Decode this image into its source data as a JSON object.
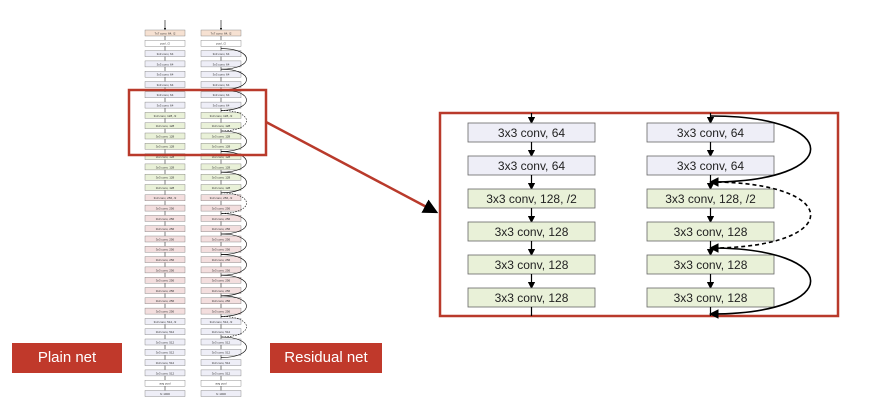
{
  "labels": {
    "plain_net": "Plain net",
    "residual_net": "Residual net"
  },
  "colors": {
    "highlight": "#b93a2b",
    "plain_fill": "#eeeef7",
    "green_fill": "#e9f1d8",
    "red_fill": "#f3dede",
    "orange_fill": "#f6e1d2",
    "arrow": "#000000"
  },
  "mini_stack": [
    {
      "label": "7x7 conv, 64, /2",
      "color": "orange"
    },
    {
      "label": "pool, /2",
      "color": "none"
    },
    {
      "label": "3x3 conv, 64",
      "color": "plain"
    },
    {
      "label": "3x3 conv, 64",
      "color": "plain"
    },
    {
      "label": "3x3 conv, 64",
      "color": "plain"
    },
    {
      "label": "3x3 conv, 64",
      "color": "plain"
    },
    {
      "label": "3x3 conv, 64",
      "color": "plain"
    },
    {
      "label": "3x3 conv, 64",
      "color": "plain"
    },
    {
      "label": "3x3 conv, 128, /2",
      "color": "green"
    },
    {
      "label": "3x3 conv, 128",
      "color": "green"
    },
    {
      "label": "3x3 conv, 128",
      "color": "green"
    },
    {
      "label": "3x3 conv, 128",
      "color": "green"
    },
    {
      "label": "3x3 conv, 128",
      "color": "green"
    },
    {
      "label": "3x3 conv, 128",
      "color": "green"
    },
    {
      "label": "3x3 conv, 128",
      "color": "green"
    },
    {
      "label": "3x3 conv, 128",
      "color": "green"
    },
    {
      "label": "3x3 conv, 256, /2",
      "color": "red"
    },
    {
      "label": "3x3 conv, 256",
      "color": "red"
    },
    {
      "label": "3x3 conv, 256",
      "color": "red"
    },
    {
      "label": "3x3 conv, 256",
      "color": "red"
    },
    {
      "label": "3x3 conv, 256",
      "color": "red"
    },
    {
      "label": "3x3 conv, 256",
      "color": "red"
    },
    {
      "label": "3x3 conv, 256",
      "color": "red"
    },
    {
      "label": "3x3 conv, 256",
      "color": "red"
    },
    {
      "label": "3x3 conv, 256",
      "color": "red"
    },
    {
      "label": "3x3 conv, 256",
      "color": "red"
    },
    {
      "label": "3x3 conv, 256",
      "color": "red"
    },
    {
      "label": "3x3 conv, 256",
      "color": "red"
    },
    {
      "label": "3x3 conv, 512, /2",
      "color": "plain"
    },
    {
      "label": "3x3 conv, 512",
      "color": "plain"
    },
    {
      "label": "3x3 conv, 512",
      "color": "plain"
    },
    {
      "label": "3x3 conv, 512",
      "color": "plain"
    },
    {
      "label": "3x3 conv, 512",
      "color": "plain"
    },
    {
      "label": "3x3 conv, 512",
      "color": "plain"
    },
    {
      "label": "avg pool",
      "color": "none"
    },
    {
      "label": "fc 1000",
      "color": "plain"
    }
  ],
  "zoom_layers": [
    {
      "label": "3x3 conv, 64",
      "color": "plain"
    },
    {
      "label": "3x3 conv, 64",
      "color": "plain"
    },
    {
      "label": "3x3 conv, 128, /2",
      "color": "green"
    },
    {
      "label": "3x3 conv, 128",
      "color": "green"
    },
    {
      "label": "3x3 conv, 128",
      "color": "green"
    },
    {
      "label": "3x3 conv, 128",
      "color": "green"
    }
  ]
}
